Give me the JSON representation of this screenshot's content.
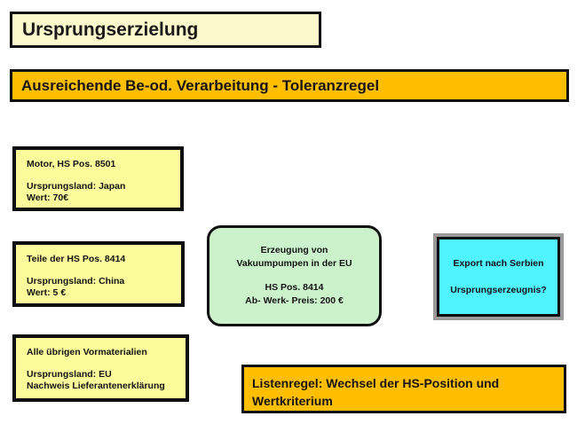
{
  "slide": {
    "title": "Ursprungserzielung",
    "subtitle": "Ausreichende Be-od. Verarbeitung - Toleranzregel",
    "materials": [
      {
        "heading": "Motor, HS Pos. 8501",
        "origin": "Ursprungsland: Japan",
        "value": "Wert: 70€"
      },
      {
        "heading": "Teile der HS Pos. 8414",
        "origin": "Ursprungsland: China",
        "value": "Wert: 5 €"
      },
      {
        "heading": "Alle übrigen Vormaterialien",
        "origin": "Ursprungsland: EU",
        "value": "Nachweis Lieferantenerklärung"
      }
    ],
    "process": {
      "line1": "Erzeugung von",
      "line2": "Vakuumpumpen in der EU",
      "line3": "HS Pos. 8414",
      "line4": "Ab- Werk- Preis: 200 €"
    },
    "export": {
      "line1": "Export nach Serbien",
      "line2": "Ursprungserzeugnis?"
    },
    "rule": {
      "line1": "Listenregel: Wechsel der HS-Position und",
      "line2": "Wertkriterium"
    },
    "colors": {
      "title_fill": "#FCFACD",
      "banner_fill": "#FFBF00",
      "material_fill": "#FBFB9C",
      "process_fill": "#CCF2CC",
      "export_fill": "#4FF4FF",
      "export_frame": "#9A9A9A",
      "border": "#111111",
      "text": "#141414",
      "background": "#FFFFFF"
    }
  }
}
